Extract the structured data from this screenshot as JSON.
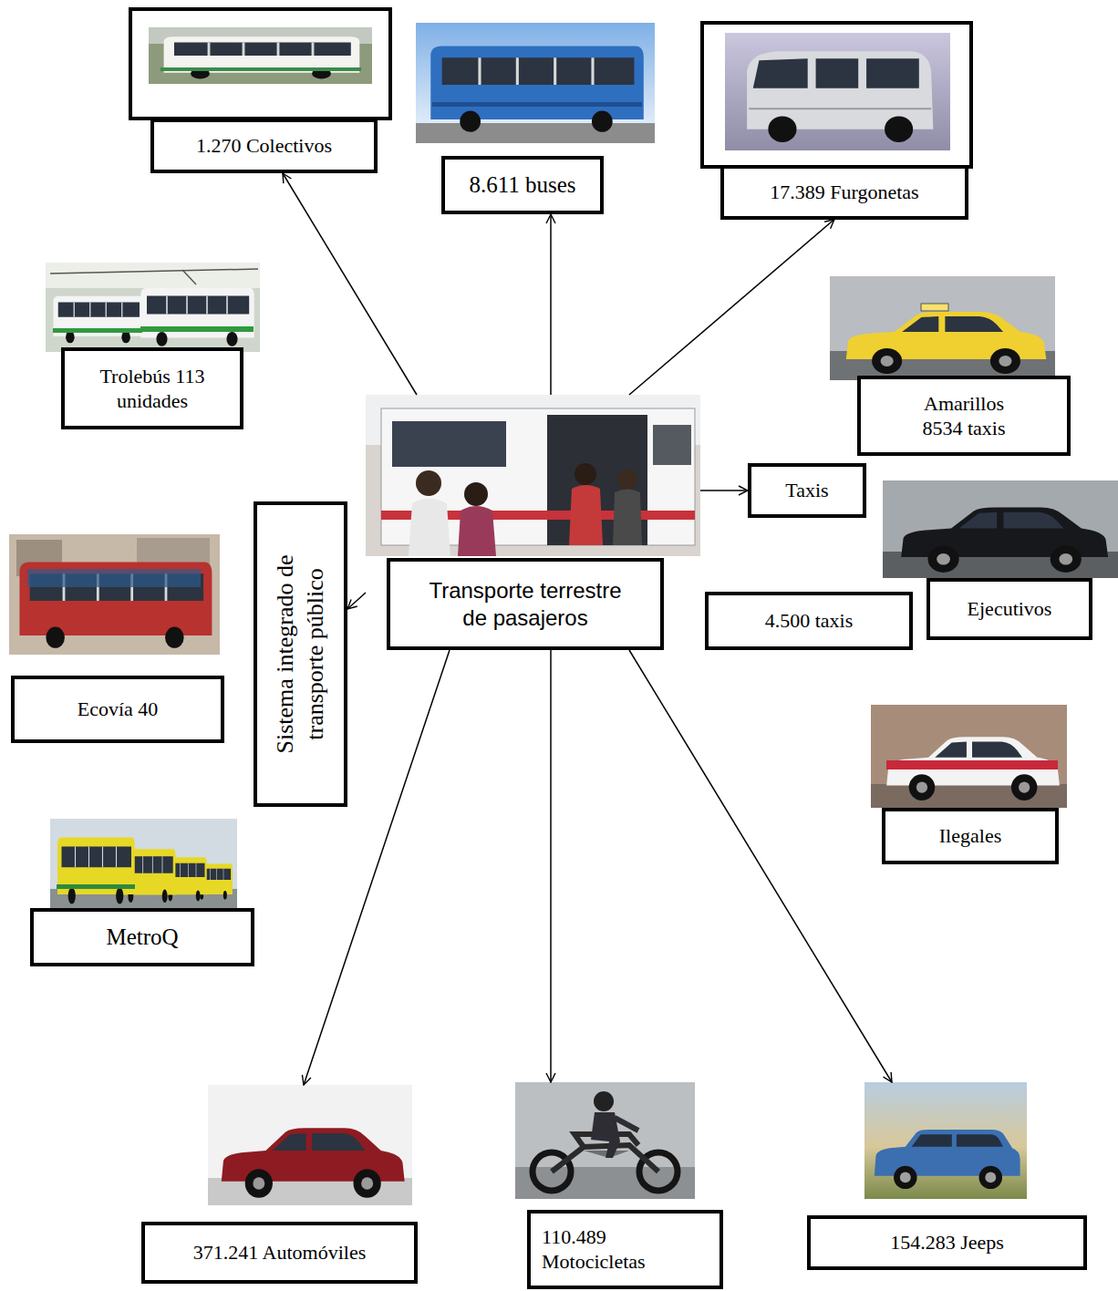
{
  "diagram": {
    "nodes": [
      {
        "text": [
          "1.270 Colectivos"
        ]
      },
      {
        "text": [
          "8.611 buses"
        ]
      },
      {
        "text": [
          "17.389 Furgonetas"
        ]
      },
      {
        "text": [
          "Trolebús 113 unidades"
        ]
      },
      {
        "text": [
          "Amarillos 8534 taxis"
        ]
      },
      {
        "text": [
          "Taxis"
        ]
      },
      {
        "text": [
          "Sistema integrado de transporte público"
        ]
      },
      {
        "text": [
          "Transporte terrestre de pasajeros"
        ]
      },
      {
        "text": [
          "4.500 taxis"
        ]
      },
      {
        "text": [
          "Ejecutivos"
        ]
      },
      {
        "text": [
          "Ecovía 40"
        ]
      },
      {
        "text": [
          "Ilegales"
        ]
      },
      {
        "text": [
          "MetroQ"
        ]
      },
      {
        "text": [
          "371.241 Automóviles"
        ]
      },
      {
        "text": [
          "110.489 Motocicletas"
        ]
      },
      {
        "text": [
          "154.283 Jeeps"
        ]
      }
    ],
    "edges": [
      {
        "from": 7,
        "to": 0,
        "arrow": "to"
      },
      {
        "from": 7,
        "to": 1,
        "arrow": "to"
      },
      {
        "from": 7,
        "to": 2,
        "arrow": "to"
      },
      {
        "from": 7,
        "to": 5,
        "arrow": "to"
      },
      {
        "from": 7,
        "to": 6,
        "arrow": "to"
      },
      {
        "from": 7,
        "to": 13,
        "arrow": "to"
      },
      {
        "from": 7,
        "to": 14,
        "arrow": "to"
      },
      {
        "from": 7,
        "to": 15,
        "arrow": "to"
      }
    ]
  }
}
